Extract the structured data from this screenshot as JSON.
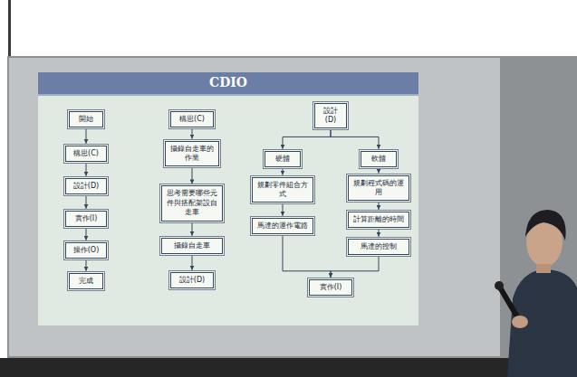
{
  "diagram": {
    "title": "CDIO",
    "nodes": [
      {
        "text": [
          "開始"
        ]
      },
      {
        "text": [
          "構思(C)"
        ]
      },
      {
        "text": [
          "設計(D)"
        ]
      },
      {
        "text": [
          "實作(I)"
        ]
      },
      {
        "text": [
          "操作(O)"
        ]
      },
      {
        "text": [
          "完成"
        ]
      },
      {
        "text": [
          "構思(C)"
        ]
      },
      {
        "text": [
          "攝錄自走車的作業"
        ]
      },
      {
        "text": [
          "思考需要哪些元件與搭配架設自走車"
        ]
      },
      {
        "text": [
          "攝錄自走車"
        ]
      },
      {
        "text": [
          "設計(D)"
        ]
      },
      {
        "text": [
          "設計 (D)"
        ]
      },
      {
        "text": [
          "硬體"
        ]
      },
      {
        "text": [
          "軟體"
        ]
      },
      {
        "text": [
          "規劃零件組合方式"
        ]
      },
      {
        "text": [
          "馬達的運作電路"
        ]
      },
      {
        "text": [
          "規劃程式碼的運用"
        ]
      },
      {
        "text": [
          "計算距離的時間"
        ]
      },
      {
        "text": [
          "馬達的控制"
        ]
      },
      {
        "text": [
          "實作(I)"
        ]
      }
    ],
    "edges": [
      {
        "from": 0,
        "to": 1,
        "arrow": "to"
      },
      {
        "from": 1,
        "to": 2,
        "arrow": "to"
      },
      {
        "from": 2,
        "to": 3,
        "arrow": "to"
      },
      {
        "from": 3,
        "to": 4,
        "arrow": "to"
      },
      {
        "from": 4,
        "to": 5,
        "arrow": "to"
      },
      {
        "from": 6,
        "to": 7,
        "arrow": "to"
      },
      {
        "from": 7,
        "to": 8,
        "arrow": "to"
      },
      {
        "from": 8,
        "to": 9,
        "arrow": "to"
      },
      {
        "from": 9,
        "to": 10,
        "arrow": "to"
      },
      {
        "from": 11,
        "to": 12,
        "arrow": "to"
      },
      {
        "from": 11,
        "to": 13,
        "arrow": "to"
      },
      {
        "from": 12,
        "to": 14,
        "arrow": "to"
      },
      {
        "from": 14,
        "to": 15,
        "arrow": "to"
      },
      {
        "from": 13,
        "to": 16,
        "arrow": "to"
      },
      {
        "from": 16,
        "to": 17,
        "arrow": "to"
      },
      {
        "from": 17,
        "to": 18,
        "arrow": "to"
      },
      {
        "from": 15,
        "to": 19,
        "arrow": "to"
      },
      {
        "from": 18,
        "to": 19,
        "arrow": "to"
      }
    ]
  }
}
